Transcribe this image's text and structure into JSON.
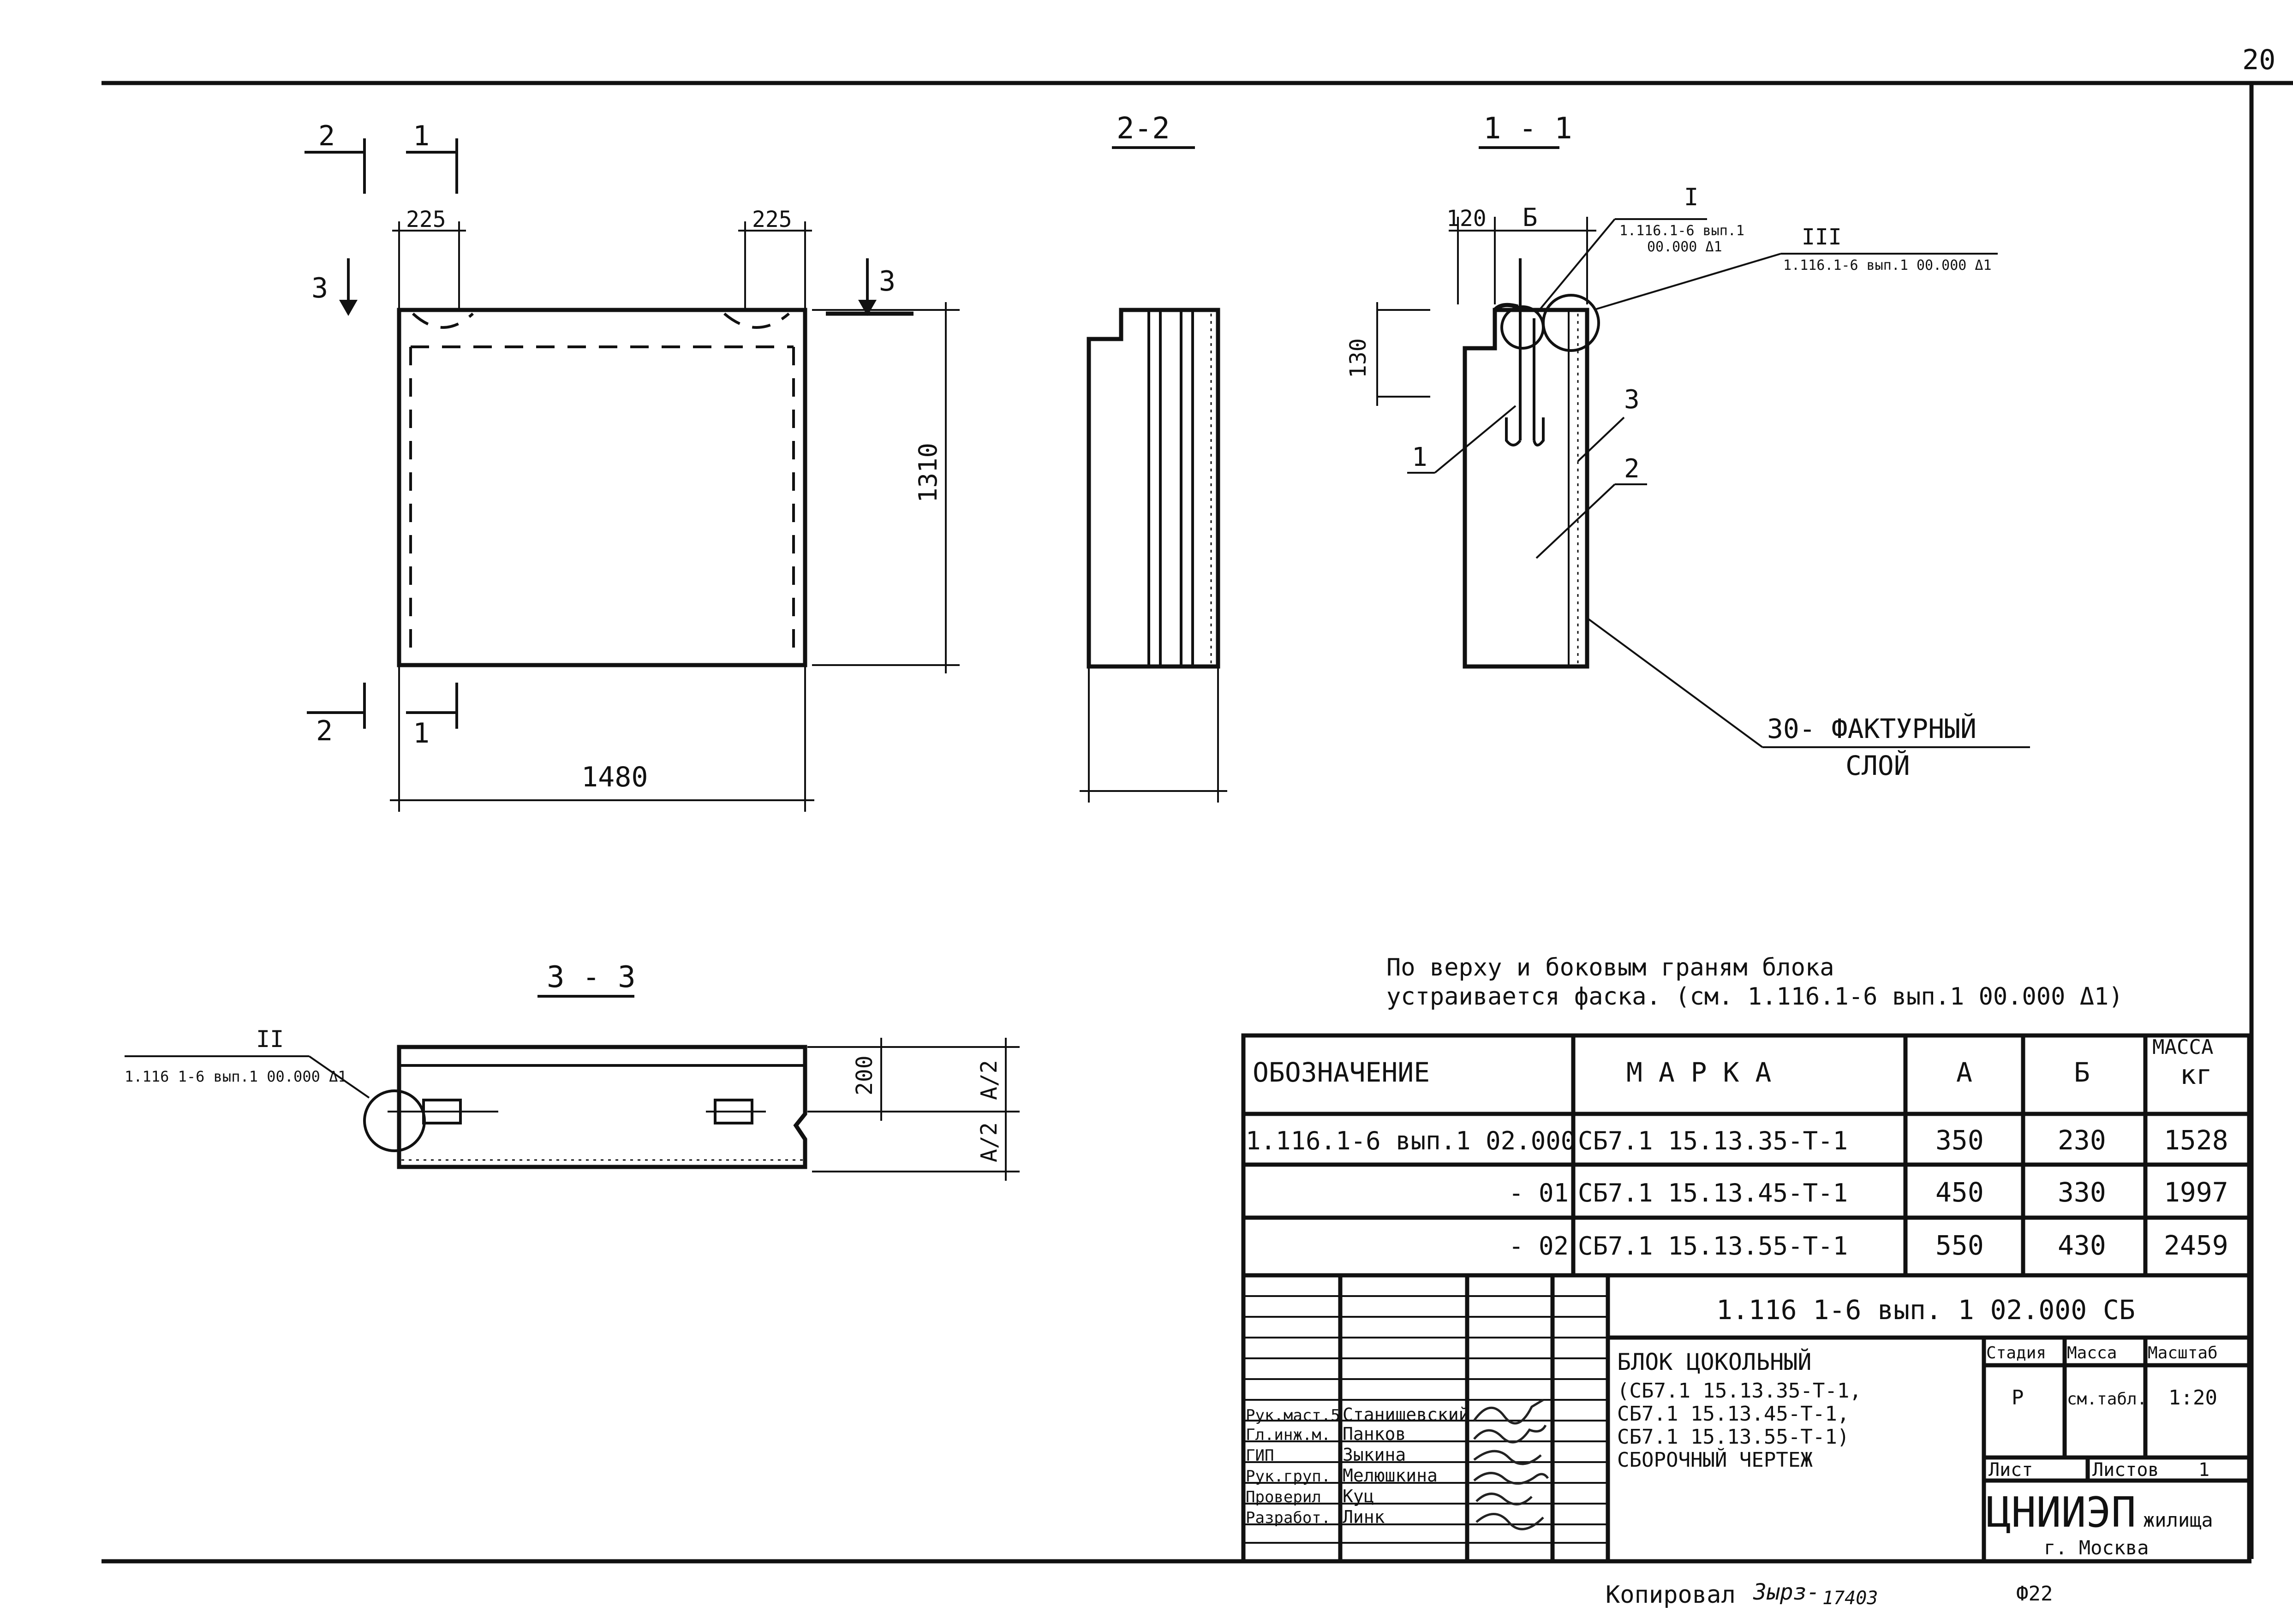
{
  "page_number": "20",
  "views": {
    "front": {
      "dim_width": "1480",
      "dim_height": "1310",
      "dim_left": "225",
      "dim_right": "225",
      "section_2": "2",
      "section_1": "1",
      "section_3": "3"
    },
    "section_2_2": {
      "title": "2-2"
    },
    "section_1_1": {
      "title": "1 - 1",
      "dim_120": "120",
      "dim_b": "Б",
      "dim_130": "130",
      "callout_I_num": "I",
      "callout_I_ref1": "1.116.1-6 вып.1",
      "callout_I_ref2": "00.000 Δ1",
      "callout_III_num": "III",
      "callout_III_ref": "1.116.1-6 вып.1 00.000 Δ1",
      "pos_1": "1",
      "pos_2": "2",
      "pos_3": "3",
      "layer_line1": "30- ФАКТУРНЫЙ",
      "layer_line2": "СЛОЙ"
    },
    "section_3_3": {
      "title": "3 - 3",
      "callout_II_num": "II",
      "callout_II_ref": "1.116 1-6 вып.1 00.000 Δ1",
      "dim_200": "200",
      "dim_a2_top": "A/2",
      "dim_a2_bottom": "A/2"
    }
  },
  "note": {
    "line1": "По верху и боковым граням блока",
    "line2": "устраивается фаска. (см. 1.116.1-6 вып.1 00.000 Δ1)"
  },
  "spec_table": {
    "headers": {
      "designation": "ОБОЗНАЧЕНИЕ",
      "mark": "М А Р К А",
      "a": "А",
      "b": "Б",
      "mass_line1": "МАССА",
      "mass_line2": "кг"
    },
    "rows": [
      {
        "designation": "1.116.1-6 вып.1 02.000",
        "mark": "СБ7.1 15.13.35-Т-1",
        "a": "350",
        "b": "230",
        "mass": "1528"
      },
      {
        "designation": "- 01",
        "mark": "СБ7.1 15.13.45-Т-1",
        "a": "450",
        "b": "330",
        "mass": "1997"
      },
      {
        "designation": "- 02",
        "mark": "СБ7.1 15.13.55-Т-1",
        "a": "550",
        "b": "430",
        "mass": "2459"
      }
    ]
  },
  "title_block": {
    "code": "1.116 1-6 вып. 1  02.000 СБ",
    "name_lines": [
      "БЛОК ЦОКОЛЬНЫЙ",
      "(СБ7.1  15.13.35-Т-1,",
      " СБ7.1  15.13.45-Т-1,",
      " СБ7.1  15.13.55-Т-1)",
      "СБОРОЧНЫЙ  ЧЕРТЕЖ"
    ],
    "stage_label": "Стадия",
    "mass_label": "Масса",
    "scale_label": "Масштаб",
    "stage_value": "Р",
    "mass_value": "см.табл.",
    "scale_value": "1:20",
    "sheet_label": "Лист",
    "sheets_label": "Листов",
    "sheets_value": "1",
    "org_main": "ЦНИИЭП",
    "org_suffix": "жилища",
    "org_city": "г. Москва",
    "people": [
      {
        "role": "Рук.маст.5",
        "name": "Станишевский"
      },
      {
        "role": "Гл.инж.м.",
        "name": "Панков"
      },
      {
        "role": "ГИП",
        "name": "Зыкина"
      },
      {
        "role": "Рук.груп.",
        "name": "Мелюшкина"
      },
      {
        "role": "Проверил",
        "name": "Куц"
      },
      {
        "role": "Разработ.",
        "name": "Линк"
      }
    ]
  },
  "footer": {
    "copied_label": "Копировал",
    "copied_sig": "Зырз-",
    "copied_num": "17403",
    "format": "Ф22"
  }
}
